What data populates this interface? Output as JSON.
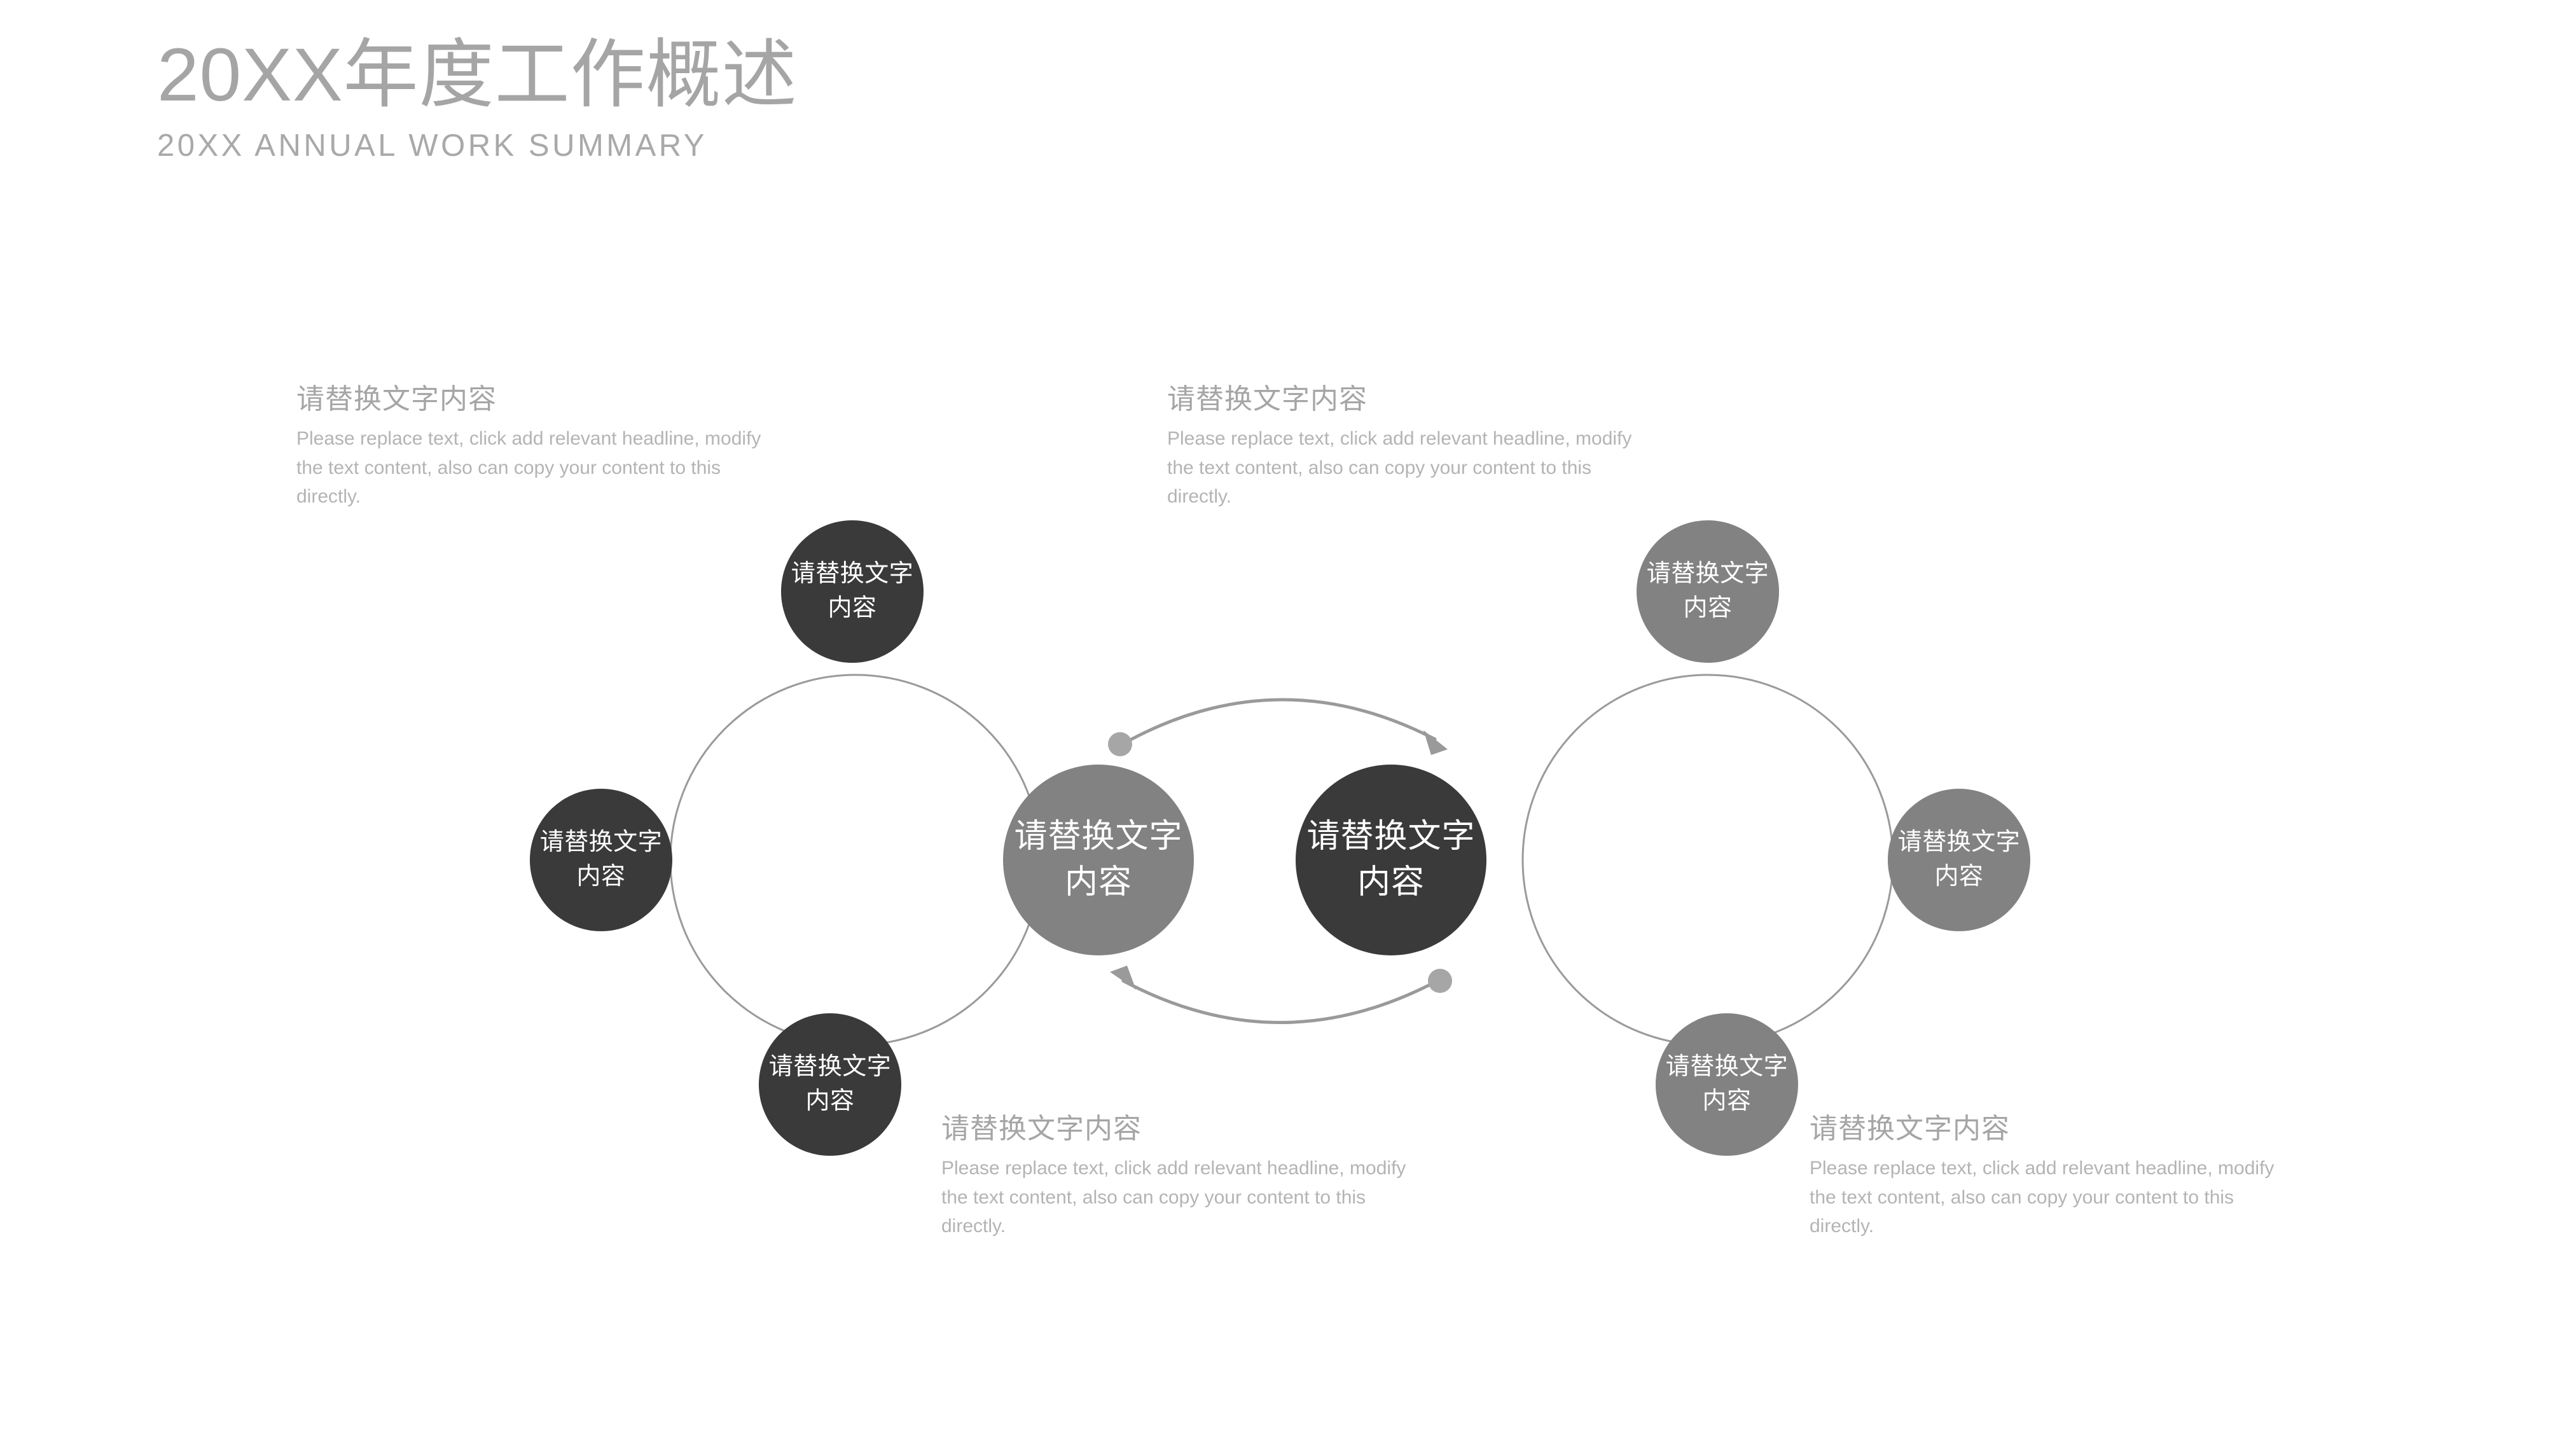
{
  "header": {
    "title": "20XX年度工作概述",
    "subtitle": "20XX ANNUAL WORK SUMMARY"
  },
  "colors": {
    "title_gray": "#a5a5a5",
    "subtitle_gray": "#a9a9a9",
    "hub_light": "#828282",
    "hub_dark": "#3a3a3a",
    "satellite_dark": "#3a3a3a",
    "satellite_gray": "#828282",
    "ring_outline": "#9a9a9a",
    "arrow_gray": "#9a9a9a",
    "caption_title": "#a5a5a5",
    "caption_body": "#b4b4b4",
    "node_text": "#ffffff"
  },
  "diagram": {
    "hubs": [
      {
        "id": "hub-left",
        "label": "请替换文字内容",
        "fill": "#828282"
      },
      {
        "id": "hub-right",
        "label": "请替换文字内容",
        "fill": "#3a3a3a"
      }
    ],
    "left_group": {
      "ring_label": "left-ring",
      "satellites": [
        {
          "id": "left-top",
          "label": "请替换文字内容",
          "fill": "#3a3a3a"
        },
        {
          "id": "left-left",
          "label": "请替换文字内容",
          "fill": "#3a3a3a"
        },
        {
          "id": "left-bottom",
          "label": "请替换文字内容",
          "fill": "#3a3a3a"
        }
      ]
    },
    "right_group": {
      "ring_label": "right-ring",
      "satellites": [
        {
          "id": "right-top",
          "label": "请替换文字内容",
          "fill": "#828282"
        },
        {
          "id": "right-right",
          "label": "请替换文字内容",
          "fill": "#828282"
        },
        {
          "id": "right-bottom",
          "label": "请替换文字内容",
          "fill": "#828282"
        }
      ]
    },
    "arrows": [
      {
        "id": "arrow-top",
        "direction": "left-to-right"
      },
      {
        "id": "arrow-bottom",
        "direction": "right-to-left"
      }
    ]
  },
  "captions": [
    {
      "id": "caption-top-left",
      "title": "请替换文字内容",
      "body": "Please replace text, click add relevant headline, modify the text content, also can copy your content to this directly."
    },
    {
      "id": "caption-top-right",
      "title": "请替换文字内容",
      "body": "Please replace text, click add relevant headline, modify the text content, also can copy your content to this directly."
    },
    {
      "id": "caption-bottom-left",
      "title": "请替换文字内容",
      "body": "Please replace text, click add relevant headline, modify the text content, also can copy your content to this directly."
    },
    {
      "id": "caption-bottom-right",
      "title": "请替换文字内容",
      "body": "Please replace text, click add relevant headline, modify the text content, also can copy your content to this directly."
    }
  ]
}
